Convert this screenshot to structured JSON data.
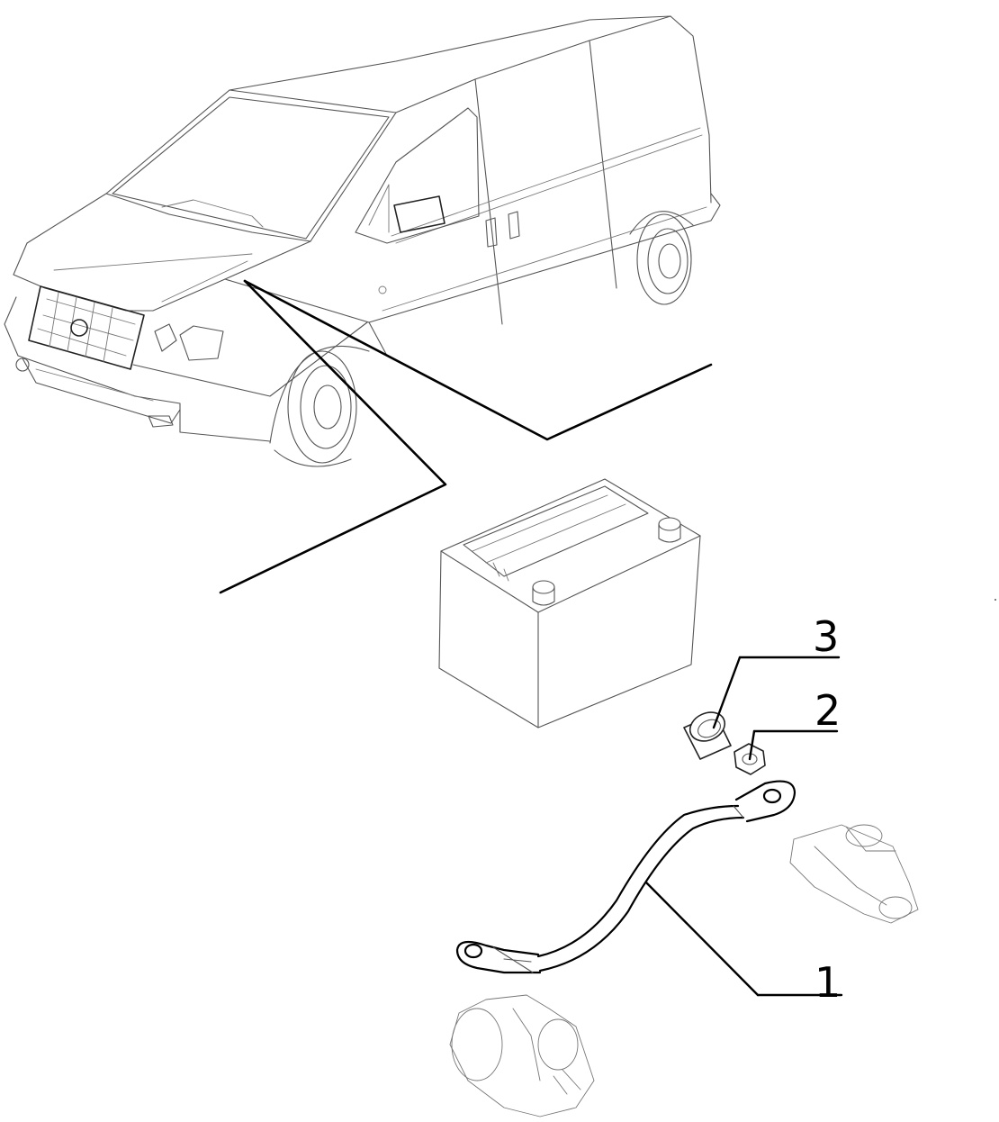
{
  "callouts": [
    {
      "id": "1",
      "text": "1",
      "part": "battery-cable"
    },
    {
      "id": "2",
      "text": "2",
      "part": "nut"
    },
    {
      "id": "3",
      "text": "3",
      "part": "terminal-cap"
    }
  ],
  "colors": {
    "line": "#000000",
    "light_line": "#777777",
    "background": "#ffffff"
  }
}
